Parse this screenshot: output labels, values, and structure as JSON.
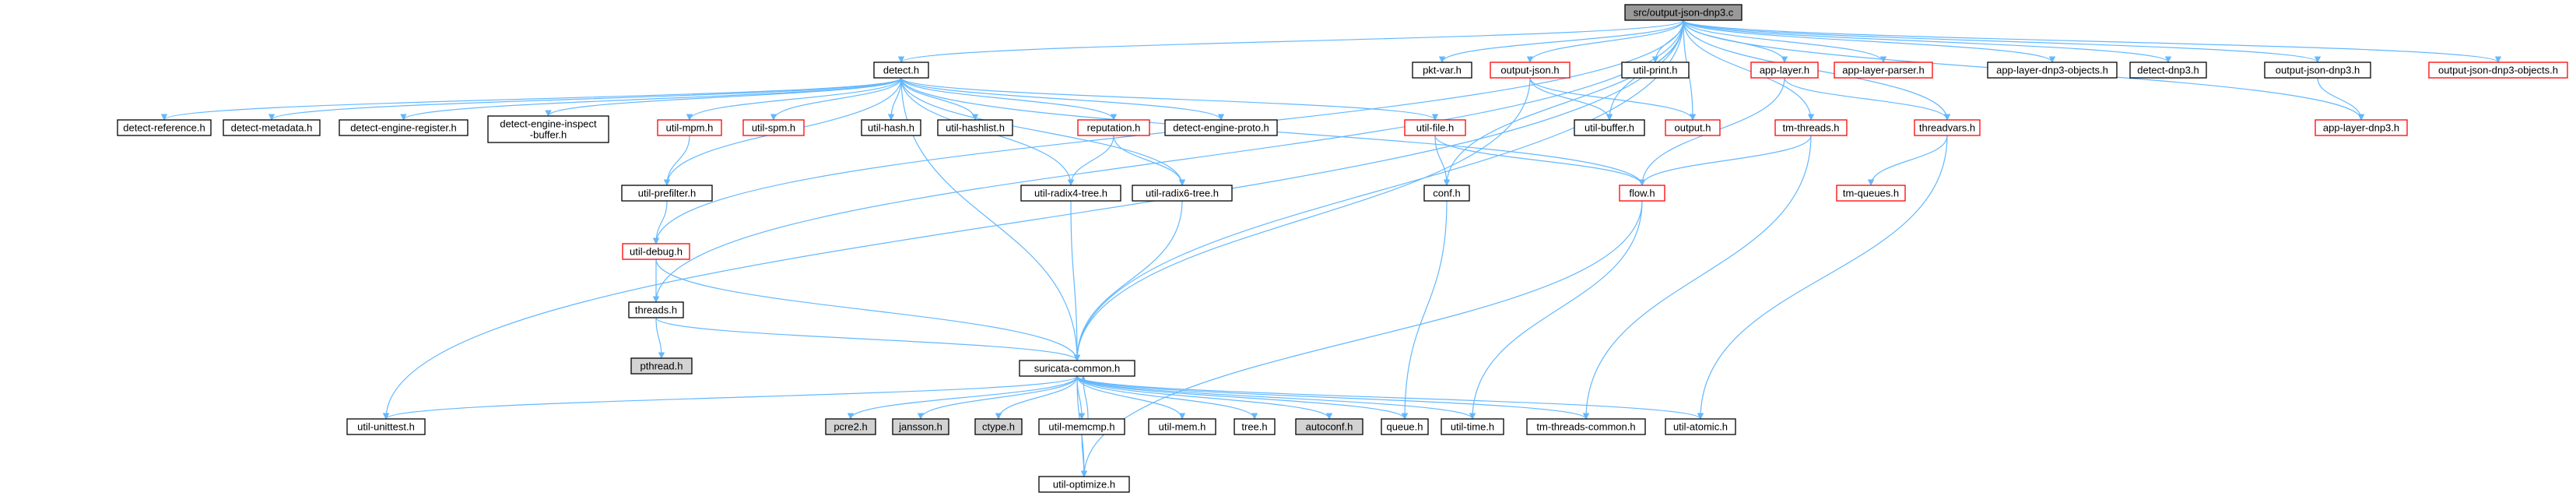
{
  "colors": {
    "edge": "#63b8ff",
    "normal_border": "#000000",
    "red_border": "#ff0000",
    "root_fill": "#999999",
    "gray_fill": "#d3d3d3",
    "white_fill": "#ffffff"
  },
  "nodes": [
    {
      "id": "root",
      "label": "src/output-json-dnp3.c",
      "style": "root"
    },
    {
      "id": "detect",
      "label": "detect.h",
      "style": "normal"
    },
    {
      "id": "pktvar",
      "label": "pkt-var.h",
      "style": "normal"
    },
    {
      "id": "outputjson",
      "label": "output-json.h",
      "style": "red"
    },
    {
      "id": "utilprint",
      "label": "util-print.h",
      "style": "normal"
    },
    {
      "id": "applayer",
      "label": "app-layer.h",
      "style": "red"
    },
    {
      "id": "applayerparser",
      "label": "app-layer-parser.h",
      "style": "red"
    },
    {
      "id": "applayerdnp3obj",
      "label": "app-layer-dnp3-objects.h",
      "style": "normal"
    },
    {
      "id": "detectdnp3",
      "label": "detect-dnp3.h",
      "style": "normal"
    },
    {
      "id": "outputjsondnp3h",
      "label": "output-json-dnp3.h",
      "style": "normal"
    },
    {
      "id": "outputjsondnp3obj",
      "label": "output-json-dnp3-objects.h",
      "style": "red"
    },
    {
      "id": "detectref",
      "label": "detect-reference.h",
      "style": "normal"
    },
    {
      "id": "detectmeta",
      "label": "detect-metadata.h",
      "style": "normal"
    },
    {
      "id": "detectengreg",
      "label": "detect-engine-register.h",
      "style": "normal"
    },
    {
      "id": "detectenginsp",
      "label": [
        "detect-engine-inspect",
        "-buffer.h"
      ],
      "style": "normal"
    },
    {
      "id": "utimpm",
      "label": "util-mpm.h",
      "style": "red"
    },
    {
      "id": "utilspm",
      "label": "util-spm.h",
      "style": "red"
    },
    {
      "id": "utilhash",
      "label": "util-hash.h",
      "style": "normal"
    },
    {
      "id": "utilhashlist",
      "label": "util-hashlist.h",
      "style": "normal"
    },
    {
      "id": "reputation",
      "label": "reputation.h",
      "style": "red"
    },
    {
      "id": "detectengproto",
      "label": "detect-engine-proto.h",
      "style": "normal"
    },
    {
      "id": "utilfile",
      "label": "util-file.h",
      "style": "red"
    },
    {
      "id": "utilbuffer",
      "label": "util-buffer.h",
      "style": "normal"
    },
    {
      "id": "output",
      "label": "output.h",
      "style": "red"
    },
    {
      "id": "tmthreads",
      "label": "tm-threads.h",
      "style": "red"
    },
    {
      "id": "threadvars",
      "label": "threadvars.h",
      "style": "red"
    },
    {
      "id": "applayerdnp3",
      "label": "app-layer-dnp3.h",
      "style": "red"
    },
    {
      "id": "utilprefilter",
      "label": "util-prefilter.h",
      "style": "normal"
    },
    {
      "id": "radix4",
      "label": "util-radix4-tree.h",
      "style": "normal"
    },
    {
      "id": "radix6",
      "label": "util-radix6-tree.h",
      "style": "normal"
    },
    {
      "id": "conf",
      "label": "conf.h",
      "style": "normal"
    },
    {
      "id": "flow",
      "label": "flow.h",
      "style": "red"
    },
    {
      "id": "tmqueues",
      "label": "tm-queues.h",
      "style": "red"
    },
    {
      "id": "utildebug",
      "label": "util-debug.h",
      "style": "red"
    },
    {
      "id": "threads",
      "label": "threads.h",
      "style": "normal"
    },
    {
      "id": "pthread",
      "label": "pthread.h",
      "style": "gray"
    },
    {
      "id": "suricata",
      "label": "suricata-common.h",
      "style": "normal"
    },
    {
      "id": "utilunittest",
      "label": "util-unittest.h",
      "style": "normal"
    },
    {
      "id": "pcre2",
      "label": "pcre2.h",
      "style": "gray"
    },
    {
      "id": "jansson",
      "label": "jansson.h",
      "style": "gray"
    },
    {
      "id": "ctype",
      "label": "ctype.h",
      "style": "gray"
    },
    {
      "id": "utilmemcmp",
      "label": "util-memcmp.h",
      "style": "normal"
    },
    {
      "id": "utilmem",
      "label": "util-mem.h",
      "style": "normal"
    },
    {
      "id": "tree",
      "label": "tree.h",
      "style": "normal"
    },
    {
      "id": "autoconf",
      "label": "autoconf.h",
      "style": "gray"
    },
    {
      "id": "queue",
      "label": "queue.h",
      "style": "normal"
    },
    {
      "id": "utiltime",
      "label": "util-time.h",
      "style": "normal"
    },
    {
      "id": "tmthreadscommon",
      "label": "tm-threads-common.h",
      "style": "normal"
    },
    {
      "id": "utilatomic",
      "label": "util-atomic.h",
      "style": "normal"
    },
    {
      "id": "utiloptimize",
      "label": "util-optimize.h",
      "style": "normal"
    }
  ],
  "edges": [
    [
      "root",
      "detect"
    ],
    [
      "root",
      "pktvar"
    ],
    [
      "root",
      "outputjson"
    ],
    [
      "root",
      "utilprint"
    ],
    [
      "root",
      "applayer"
    ],
    [
      "root",
      "applayerparser"
    ],
    [
      "root",
      "applayerdnp3obj"
    ],
    [
      "root",
      "detectdnp3"
    ],
    [
      "root",
      "outputjsondnp3h"
    ],
    [
      "root",
      "outputjsondnp3obj"
    ],
    [
      "root",
      "applayerdnp3"
    ],
    [
      "root",
      "output"
    ],
    [
      "root",
      "utilbuffer"
    ],
    [
      "root",
      "tmthreads"
    ],
    [
      "root",
      "threadvars"
    ],
    [
      "root",
      "conf"
    ],
    [
      "root",
      "suricata"
    ],
    [
      "root",
      "threads"
    ],
    [
      "root",
      "utilunittest"
    ],
    [
      "root",
      "utildebug"
    ],
    [
      "detect",
      "detectref"
    ],
    [
      "detect",
      "detectmeta"
    ],
    [
      "detect",
      "detectengreg"
    ],
    [
      "detect",
      "detectenginsp"
    ],
    [
      "detect",
      "utimpm"
    ],
    [
      "detect",
      "utilspm"
    ],
    [
      "detect",
      "utilhash"
    ],
    [
      "detect",
      "utilhashlist"
    ],
    [
      "detect",
      "reputation"
    ],
    [
      "detect",
      "detectengproto"
    ],
    [
      "detect",
      "utilfile"
    ],
    [
      "detect",
      "utilprefilter"
    ],
    [
      "detect",
      "radix4"
    ],
    [
      "detect",
      "radix6"
    ],
    [
      "detect",
      "flow"
    ],
    [
      "detect",
      "suricata"
    ],
    [
      "outputjson",
      "utilbuffer"
    ],
    [
      "outputjson",
      "output"
    ],
    [
      "outputjson",
      "suricata"
    ],
    [
      "applayer",
      "threadvars"
    ],
    [
      "applayer",
      "flow"
    ],
    [
      "outputjsondnp3h",
      "applayerdnp3"
    ],
    [
      "utimpm",
      "utilprefilter"
    ],
    [
      "reputation",
      "radix4"
    ],
    [
      "reputation",
      "radix6"
    ],
    [
      "utilfile",
      "conf"
    ],
    [
      "utilfile",
      "flow"
    ],
    [
      "tmthreads",
      "flow"
    ],
    [
      "tmthreads",
      "tmthreadscommon"
    ],
    [
      "threadvars",
      "tmqueues"
    ],
    [
      "threadvars",
      "utilatomic"
    ],
    [
      "utilprefilter",
      "utildebug"
    ],
    [
      "radix4",
      "suricata"
    ],
    [
      "radix6",
      "suricata"
    ],
    [
      "conf",
      "queue"
    ],
    [
      "flow",
      "utiltime"
    ],
    [
      "flow",
      "utiloptimize"
    ],
    [
      "utildebug",
      "threads"
    ],
    [
      "utildebug",
      "suricata"
    ],
    [
      "threads",
      "pthread"
    ],
    [
      "threads",
      "suricata"
    ],
    [
      "suricata",
      "utilunittest"
    ],
    [
      "suricata",
      "pcre2"
    ],
    [
      "suricata",
      "jansson"
    ],
    [
      "suricata",
      "ctype"
    ],
    [
      "suricata",
      "utilmemcmp"
    ],
    [
      "suricata",
      "utilmem"
    ],
    [
      "suricata",
      "tree"
    ],
    [
      "suricata",
      "autoconf"
    ],
    [
      "suricata",
      "queue"
    ],
    [
      "suricata",
      "utiltime"
    ],
    [
      "suricata",
      "tmthreadscommon"
    ],
    [
      "suricata",
      "utilatomic"
    ],
    [
      "suricata",
      "utiloptimize"
    ],
    [
      "utilmemcmp",
      "suricata"
    ],
    [
      "utilmemcmp",
      "utiloptimize"
    ]
  ]
}
